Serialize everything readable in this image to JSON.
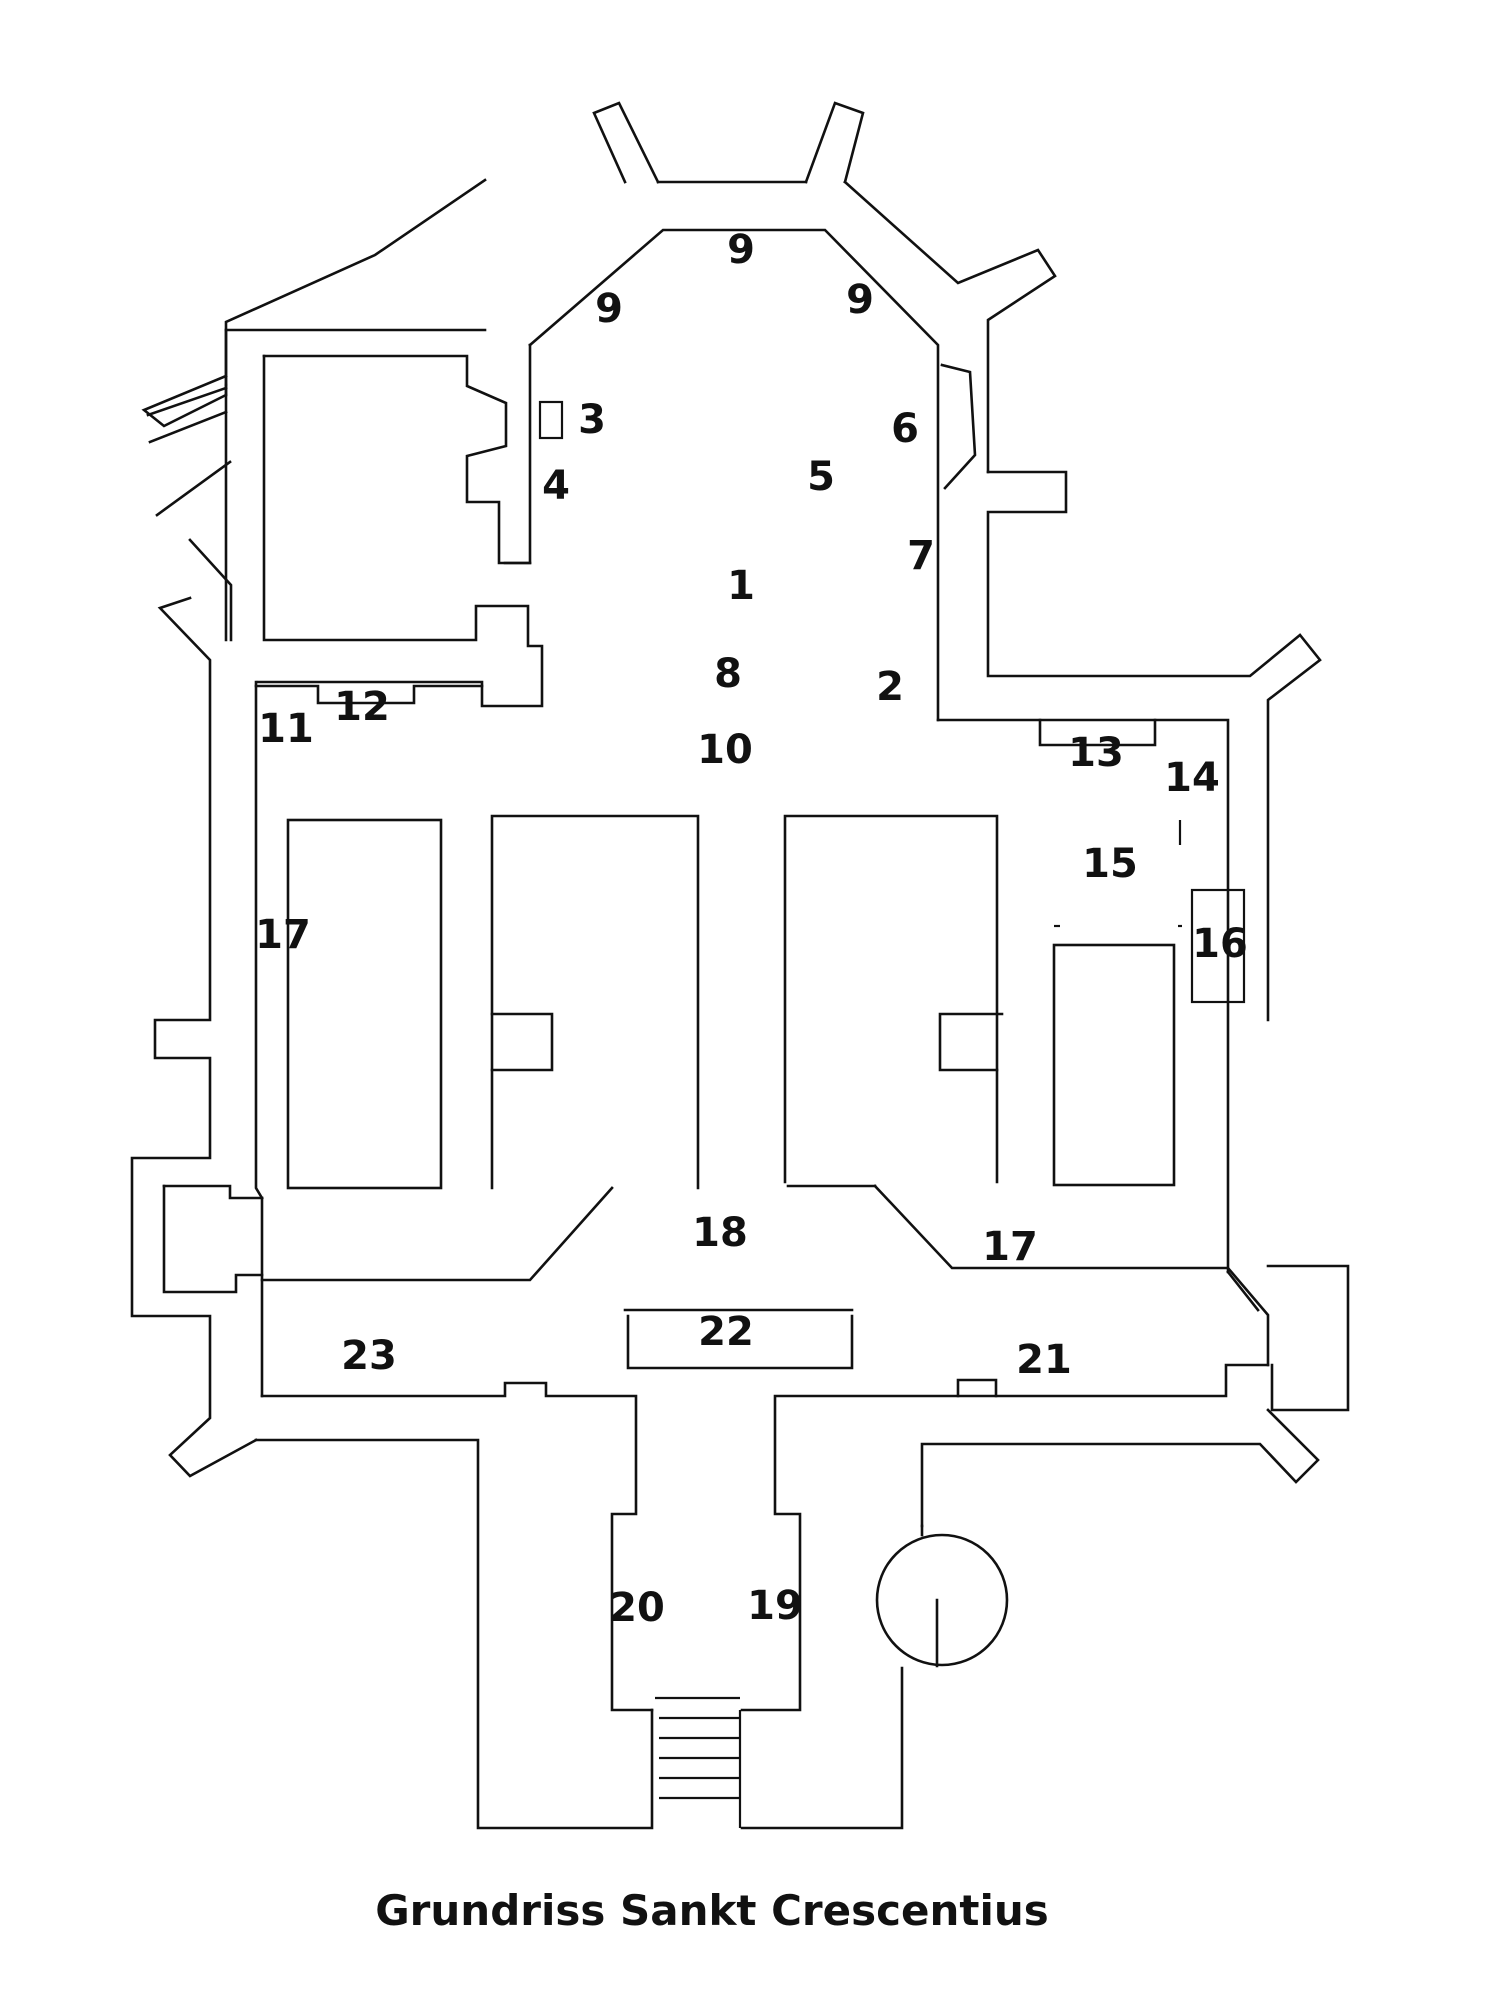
{
  "title": "Grundriss Sankt Crescentius",
  "labels": {
    "l1": "1",
    "l2": "2",
    "l3": "3",
    "l4": "4",
    "l5": "5",
    "l6": "6",
    "l7": "7",
    "l8": "8",
    "l9a": "9",
    "l9b": "9",
    "l9c": "9",
    "l10": "10",
    "l11": "11",
    "l12": "12",
    "l13": "13",
    "l14": "14",
    "l15": "15",
    "l16": "16",
    "l17a": "17",
    "l17b": "17",
    "l18": "18",
    "l19": "19",
    "l20": "20",
    "l21": "21",
    "l22": "22",
    "l23": "23"
  }
}
